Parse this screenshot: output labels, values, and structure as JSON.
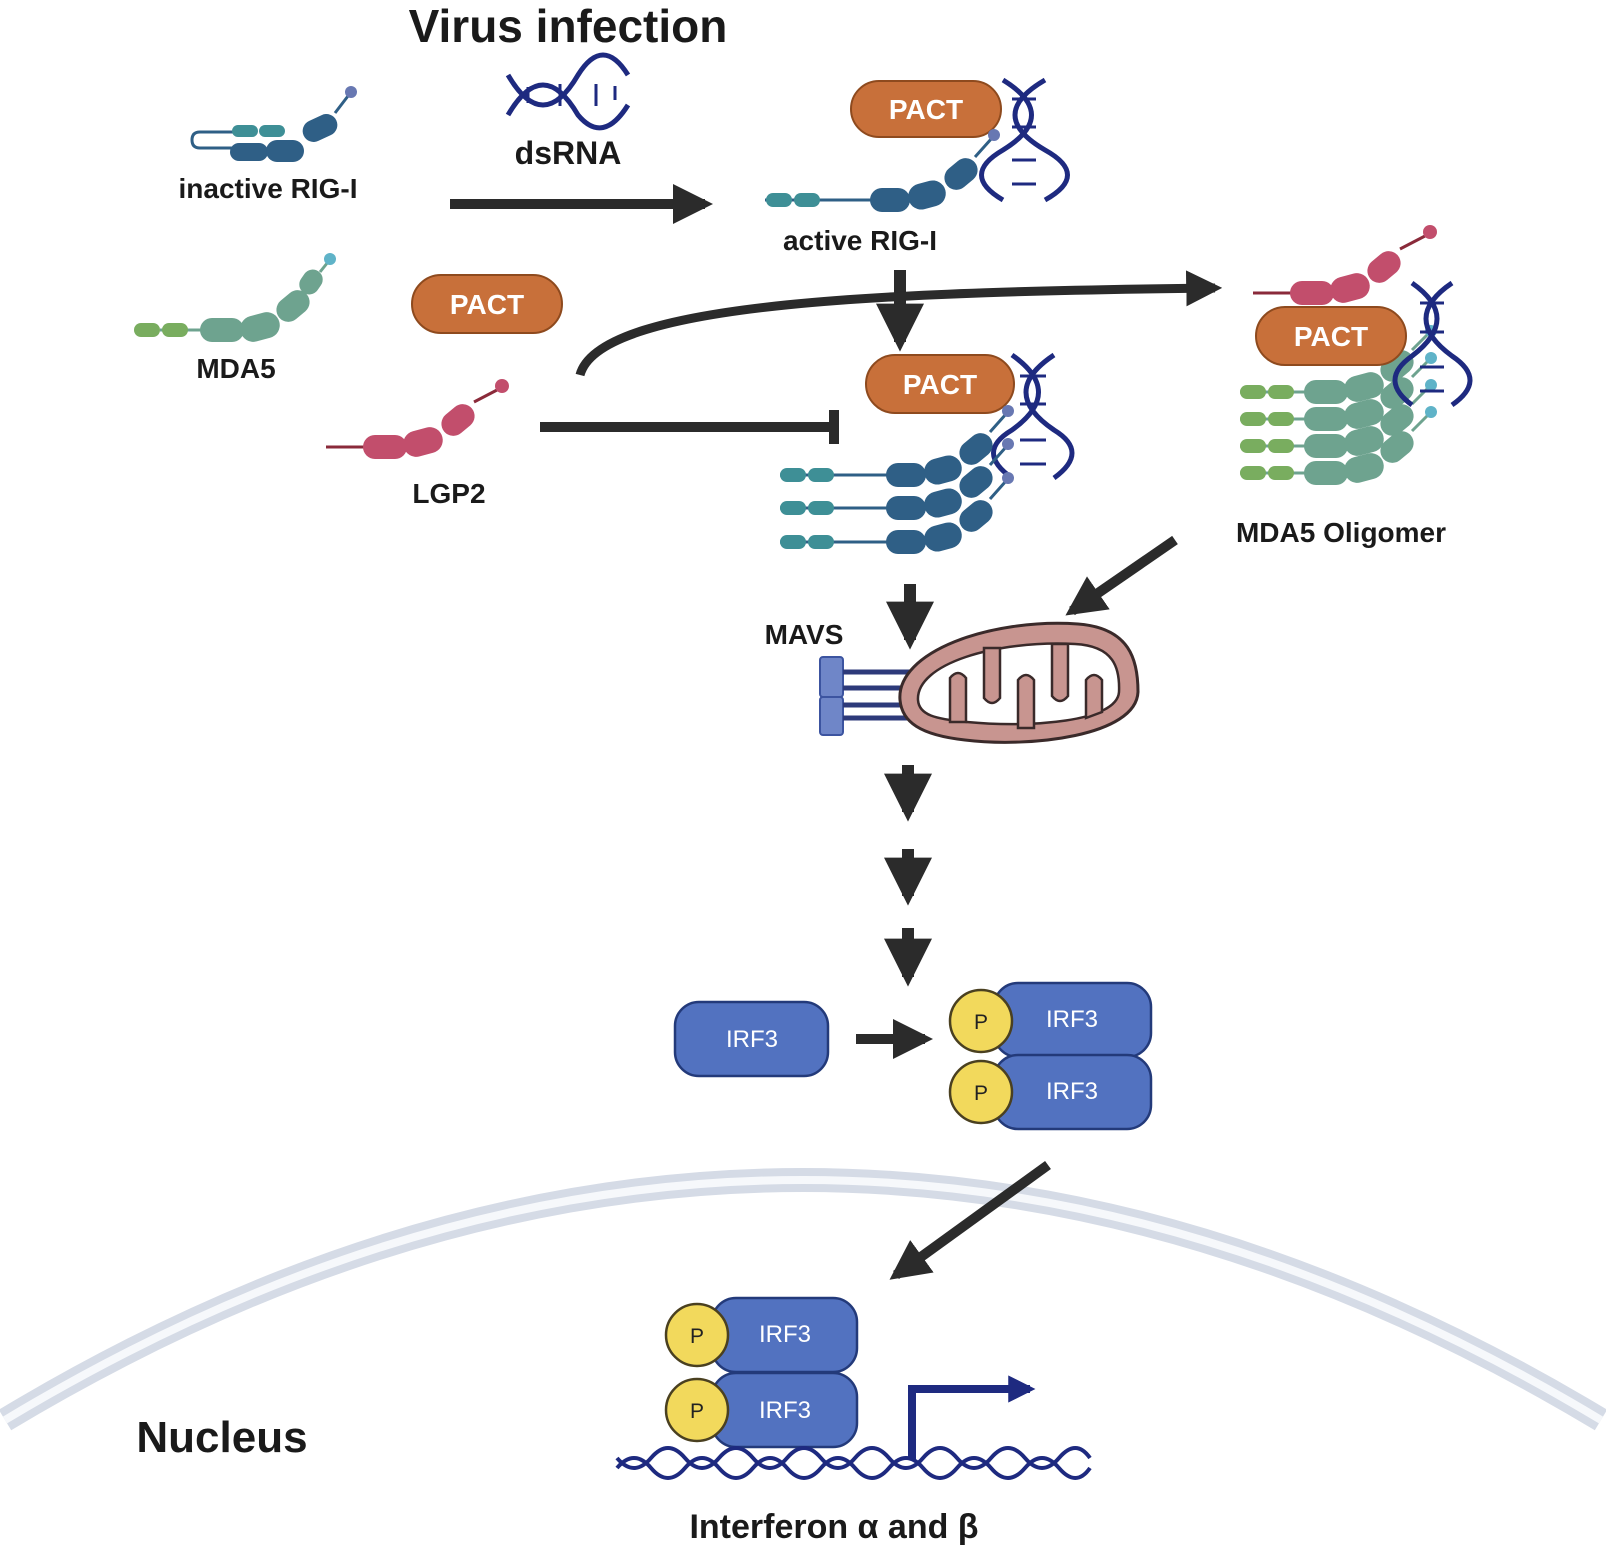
{
  "title": "Virus infection",
  "labels": {
    "dsrna": "dsRNA",
    "inactive_rigi": "inactive RIG-I",
    "active_rigi": "active RIG-I",
    "mda5": "MDA5",
    "lgp2": "LGP2",
    "mda5_oligomer": "MDA5 Oligomer",
    "mavs": "MAVS",
    "nucleus": "Nucleus",
    "interferon": "Interferon α and β"
  },
  "pact_label": "PACT",
  "irf3_label": "IRF3",
  "phospho_label": "P",
  "colors": {
    "pact": "#c8703a",
    "pact_border": "#8e4a1e",
    "irf3": "#5272c0",
    "irf3_border": "#233a7a",
    "phospho": "#f2d95c",
    "rigi": "#2f5f86",
    "rigi_card": "#3e8f96",
    "mda5": "#6ea38f",
    "mda5_card": "#79ad5f",
    "lgp2": "#c24e6c",
    "dna": "#1e2a80",
    "mito": "#c89590",
    "mavs": "#6f86c8",
    "nucleus_membrane": "#d8dde7",
    "arrow": "#2b2b2b"
  }
}
